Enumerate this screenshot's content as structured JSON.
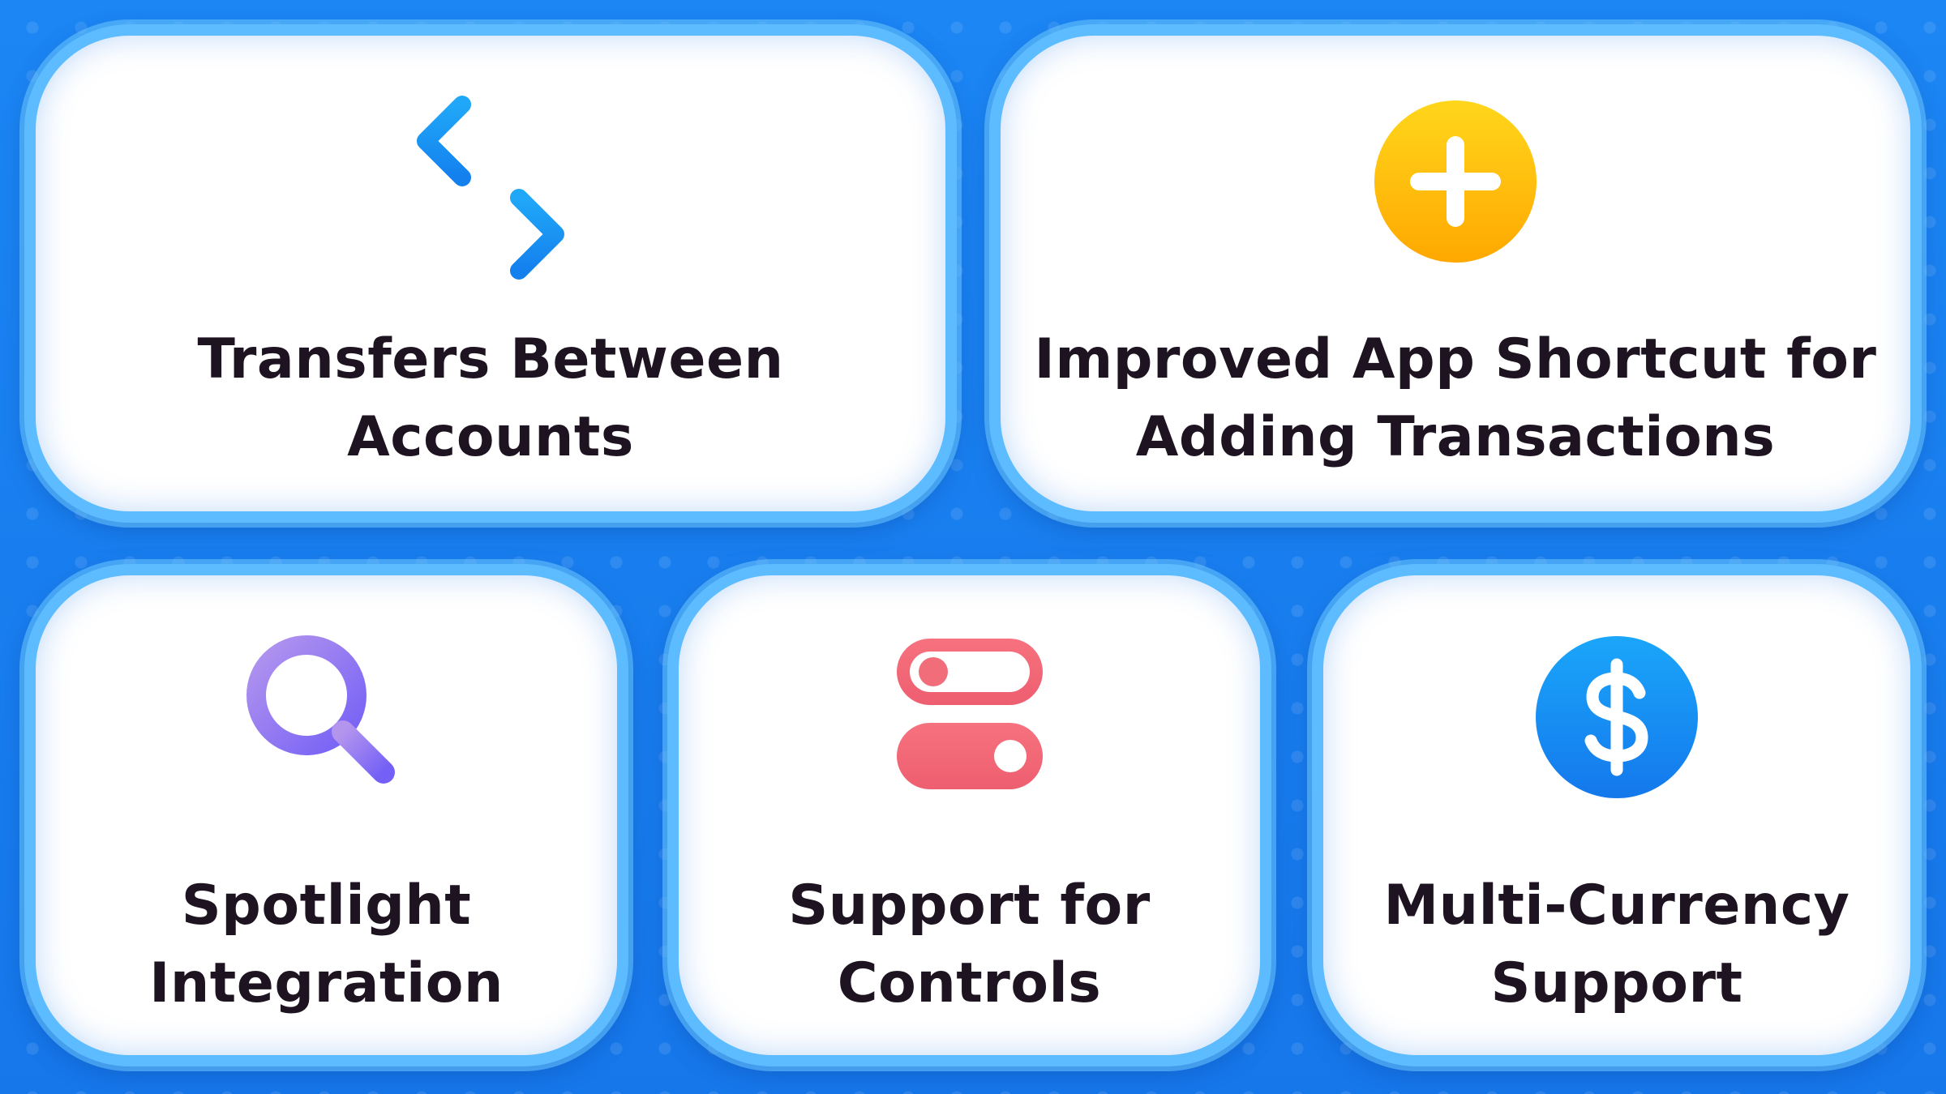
{
  "features": [
    {
      "id": "transfers",
      "icon": "swap-arrows-icon",
      "title_lines": [
        "Transfers Between",
        "Accounts"
      ]
    },
    {
      "id": "shortcut",
      "icon": "plus-circle-icon",
      "title_lines": [
        "Improved App Shortcut for",
        "Adding Transactions"
      ]
    },
    {
      "id": "spotlight",
      "icon": "magnifying-glass-icon",
      "title_lines": [
        "Spotlight",
        "Integration"
      ]
    },
    {
      "id": "controls",
      "icon": "toggle-switches-icon",
      "title_lines": [
        "Support for",
        "Controls"
      ]
    },
    {
      "id": "currency",
      "icon": "dollar-circle-icon",
      "title_lines": [
        "Multi-Currency",
        "Support"
      ]
    }
  ],
  "colors": {
    "background": "#1a7ff0",
    "card_border": "#5cbcff",
    "card_fill": "#ffffff",
    "title_text": "#1e1320",
    "transfer_arrows": "#1a8cf2",
    "plus_circle_top": "#ffd21a",
    "plus_circle_bottom": "#ffae00",
    "magnifier_top": "#a98bf0",
    "magnifier_bottom": "#7a64f5",
    "toggle_fill": "#f26d7a",
    "dollar_circle": "#1688f0"
  }
}
